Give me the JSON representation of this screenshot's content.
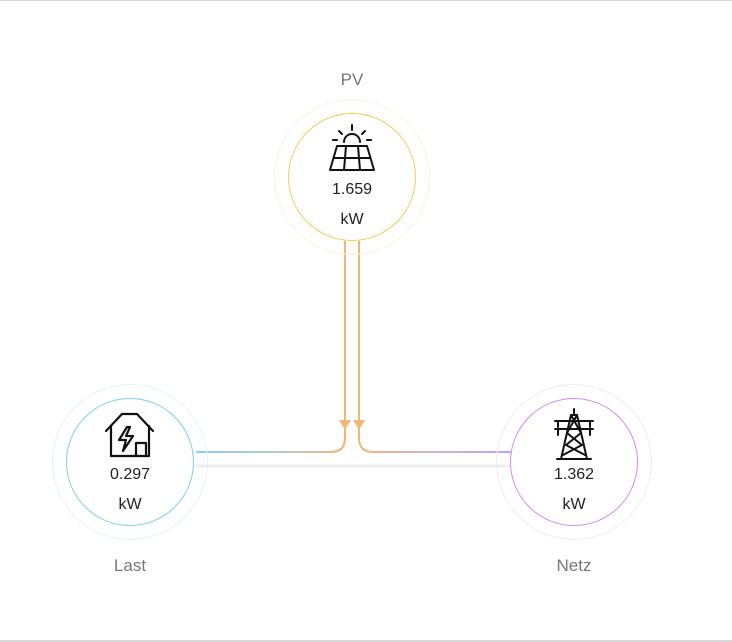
{
  "nodes": {
    "pv": {
      "label": "PV",
      "value": "1.659",
      "unit": "kW",
      "color": "#f6cc56",
      "icon": "solar-panel-icon"
    },
    "last": {
      "label": "Last",
      "value": "0.297",
      "unit": "kW",
      "color": "#7bcff1",
      "icon": "house-lightning-icon"
    },
    "netz": {
      "label": "Netz",
      "value": "1.362",
      "unit": "kW",
      "color": "#cd8ef0",
      "icon": "power-tower-icon"
    }
  },
  "flow_colors": {
    "pv": "#f0b874",
    "last": "#8dd0f2",
    "netz": "#b7a6f0",
    "track": "#eeeeee"
  }
}
